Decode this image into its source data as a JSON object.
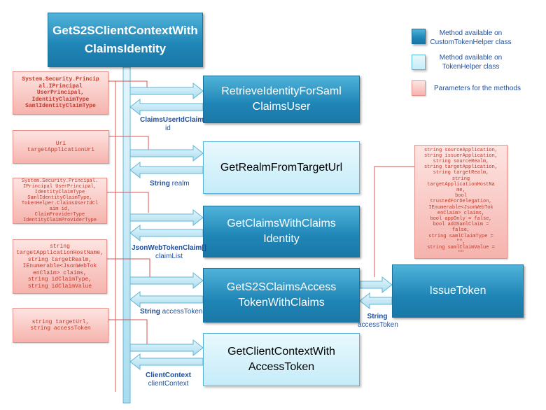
{
  "title_box": {
    "label": "GetS2SClientContextWith\nClaimsIdentity"
  },
  "legend": [
    {
      "text": "Method available on\nCustomTokenHelper  class",
      "kind": "dark"
    },
    {
      "text": "Method available on\nTokenHelper class",
      "kind": "light"
    },
    {
      "text": "Parameters for the methods",
      "kind": "pink"
    }
  ],
  "methods": [
    {
      "label": "RetrieveIdentityForSaml\nClaimsUser",
      "kind": "dark"
    },
    {
      "label": "GetRealmFromTargetUrl",
      "kind": "light"
    },
    {
      "label": "GetClaimsWithClaims\nIdentity",
      "kind": "dark"
    },
    {
      "label": "GetS2SClaimsAccess\nTokenWithClaims",
      "kind": "dark"
    },
    {
      "label": "GetClientContextWith\nAccessToken",
      "kind": "light"
    },
    {
      "label": "IssueToken",
      "kind": "dark"
    }
  ],
  "params": [
    "System.Security.Princip\nal.IPrincipal\nUserPrincipal,\nIdentityClaimType\nSamlIdentityClaimType",
    "Uri\ntargetApplicationUri",
    "System.Security.Principal.\nIPrincipal UserPrincipal,\nIdentityClaimType\nSamlIdentityClaimType,\nTokenHelper.ClaimsUserIdCl\naim id,\nClaimProviderType\nIdentityClaimProviderType",
    "string\ntargetApplicationHostName,\nstring targetRealm,\nIEnumerable<JsonWebTok\nenClaim> claims,\nstring idClaimType,\nstring idClaimValue",
    "string targetUrl,\nstring accessToken",
    "string sourceApplication,\nstring issuerApplication,\nstring sourceRealm,\nstring targetApplication,\nstring targetRealm,\nstring\ntargetApplicationHostNa\nme,\nbool\ntrustedForDelegation,\nIEnumerable<JsonWebTok\nenClaim> claims,\nbool appOnly = false,\nbool addSamlClaim =\nfalse,\nstring samlClaimType =\n\"\",\nstring samlClaimValue =\n\"\""
  ],
  "returns": [
    {
      "type": "ClaimsUserIdClaim",
      "name": "id"
    },
    {
      "type": "String",
      "name": "realm"
    },
    {
      "type": "JsonWebTokenClaim[]",
      "name": "claimList"
    },
    {
      "type": "String",
      "name": "accessToken"
    },
    {
      "type": "ClientContext",
      "name": "clientContext"
    },
    {
      "type": "String",
      "name": "accessToken"
    }
  ]
}
